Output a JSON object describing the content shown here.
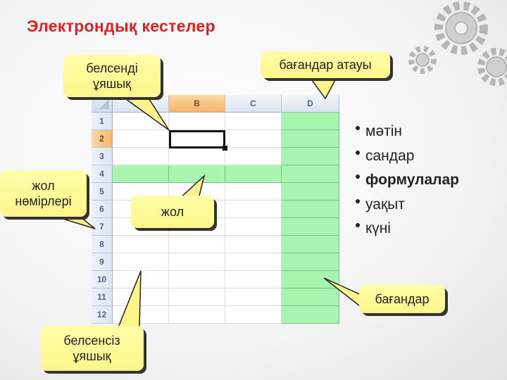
{
  "title": "Электрондық кестелер",
  "sheet": {
    "columns": [
      "",
      "B",
      "C",
      "D"
    ],
    "active_column": "B",
    "rows": [
      "1",
      "2",
      "3",
      "4",
      "5",
      "6",
      "7",
      "8",
      "9",
      "10",
      "11",
      "12"
    ],
    "active_row": "2",
    "highlighted_row": "4",
    "highlighted_column": "D",
    "highlight_color": "#a8f5b0"
  },
  "callouts": {
    "active_cell": [
      "белсенді",
      "ұяшық"
    ],
    "column_names": "бағандар атауы",
    "row_numbers": [
      "жол",
      "нөмірлері"
    ],
    "row": "жол",
    "inactive_cell": [
      "белсенсіз",
      "ұяшық"
    ],
    "columns": "бағандар"
  },
  "bullets": [
    {
      "text": "мәтін",
      "bold": false
    },
    {
      "text": "сандар",
      "bold": false
    },
    {
      "text": "формулалар",
      "bold": true
    },
    {
      "text": "уақыт",
      "bold": false
    },
    {
      "text": "күні",
      "bold": false
    }
  ],
  "colors": {
    "title": "#e02020",
    "callout": "#ffffa8"
  },
  "decoration": "gears-icon"
}
